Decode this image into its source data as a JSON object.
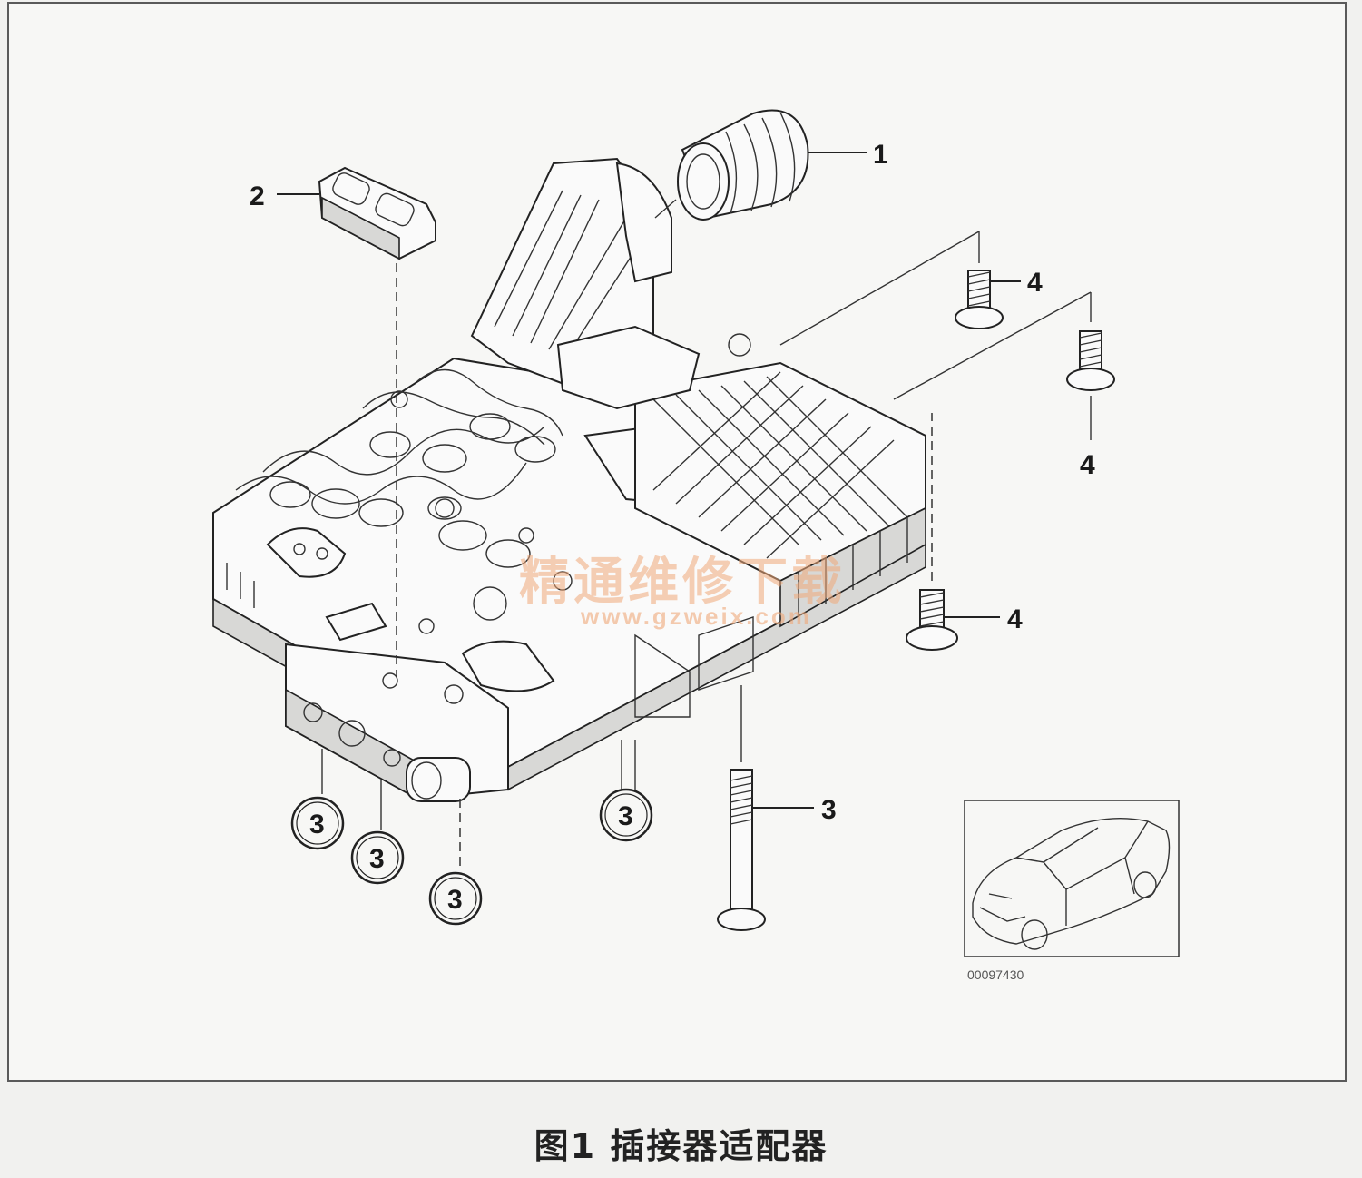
{
  "figure": {
    "caption": "图1 插接器适配器",
    "callouts": {
      "part1": "1",
      "part2": "2",
      "part3_bolt": "3",
      "part3_circled_a": "3",
      "part3_circled_b": "3",
      "part3_circled_c": "3",
      "part3_circled_d": "3",
      "part4_a": "4",
      "part4_b": "4",
      "part4_c": "4"
    },
    "thumbnail_code": "00097430",
    "watermark": {
      "text": "精通维修下载",
      "url": "www.gzweix.com"
    }
  }
}
